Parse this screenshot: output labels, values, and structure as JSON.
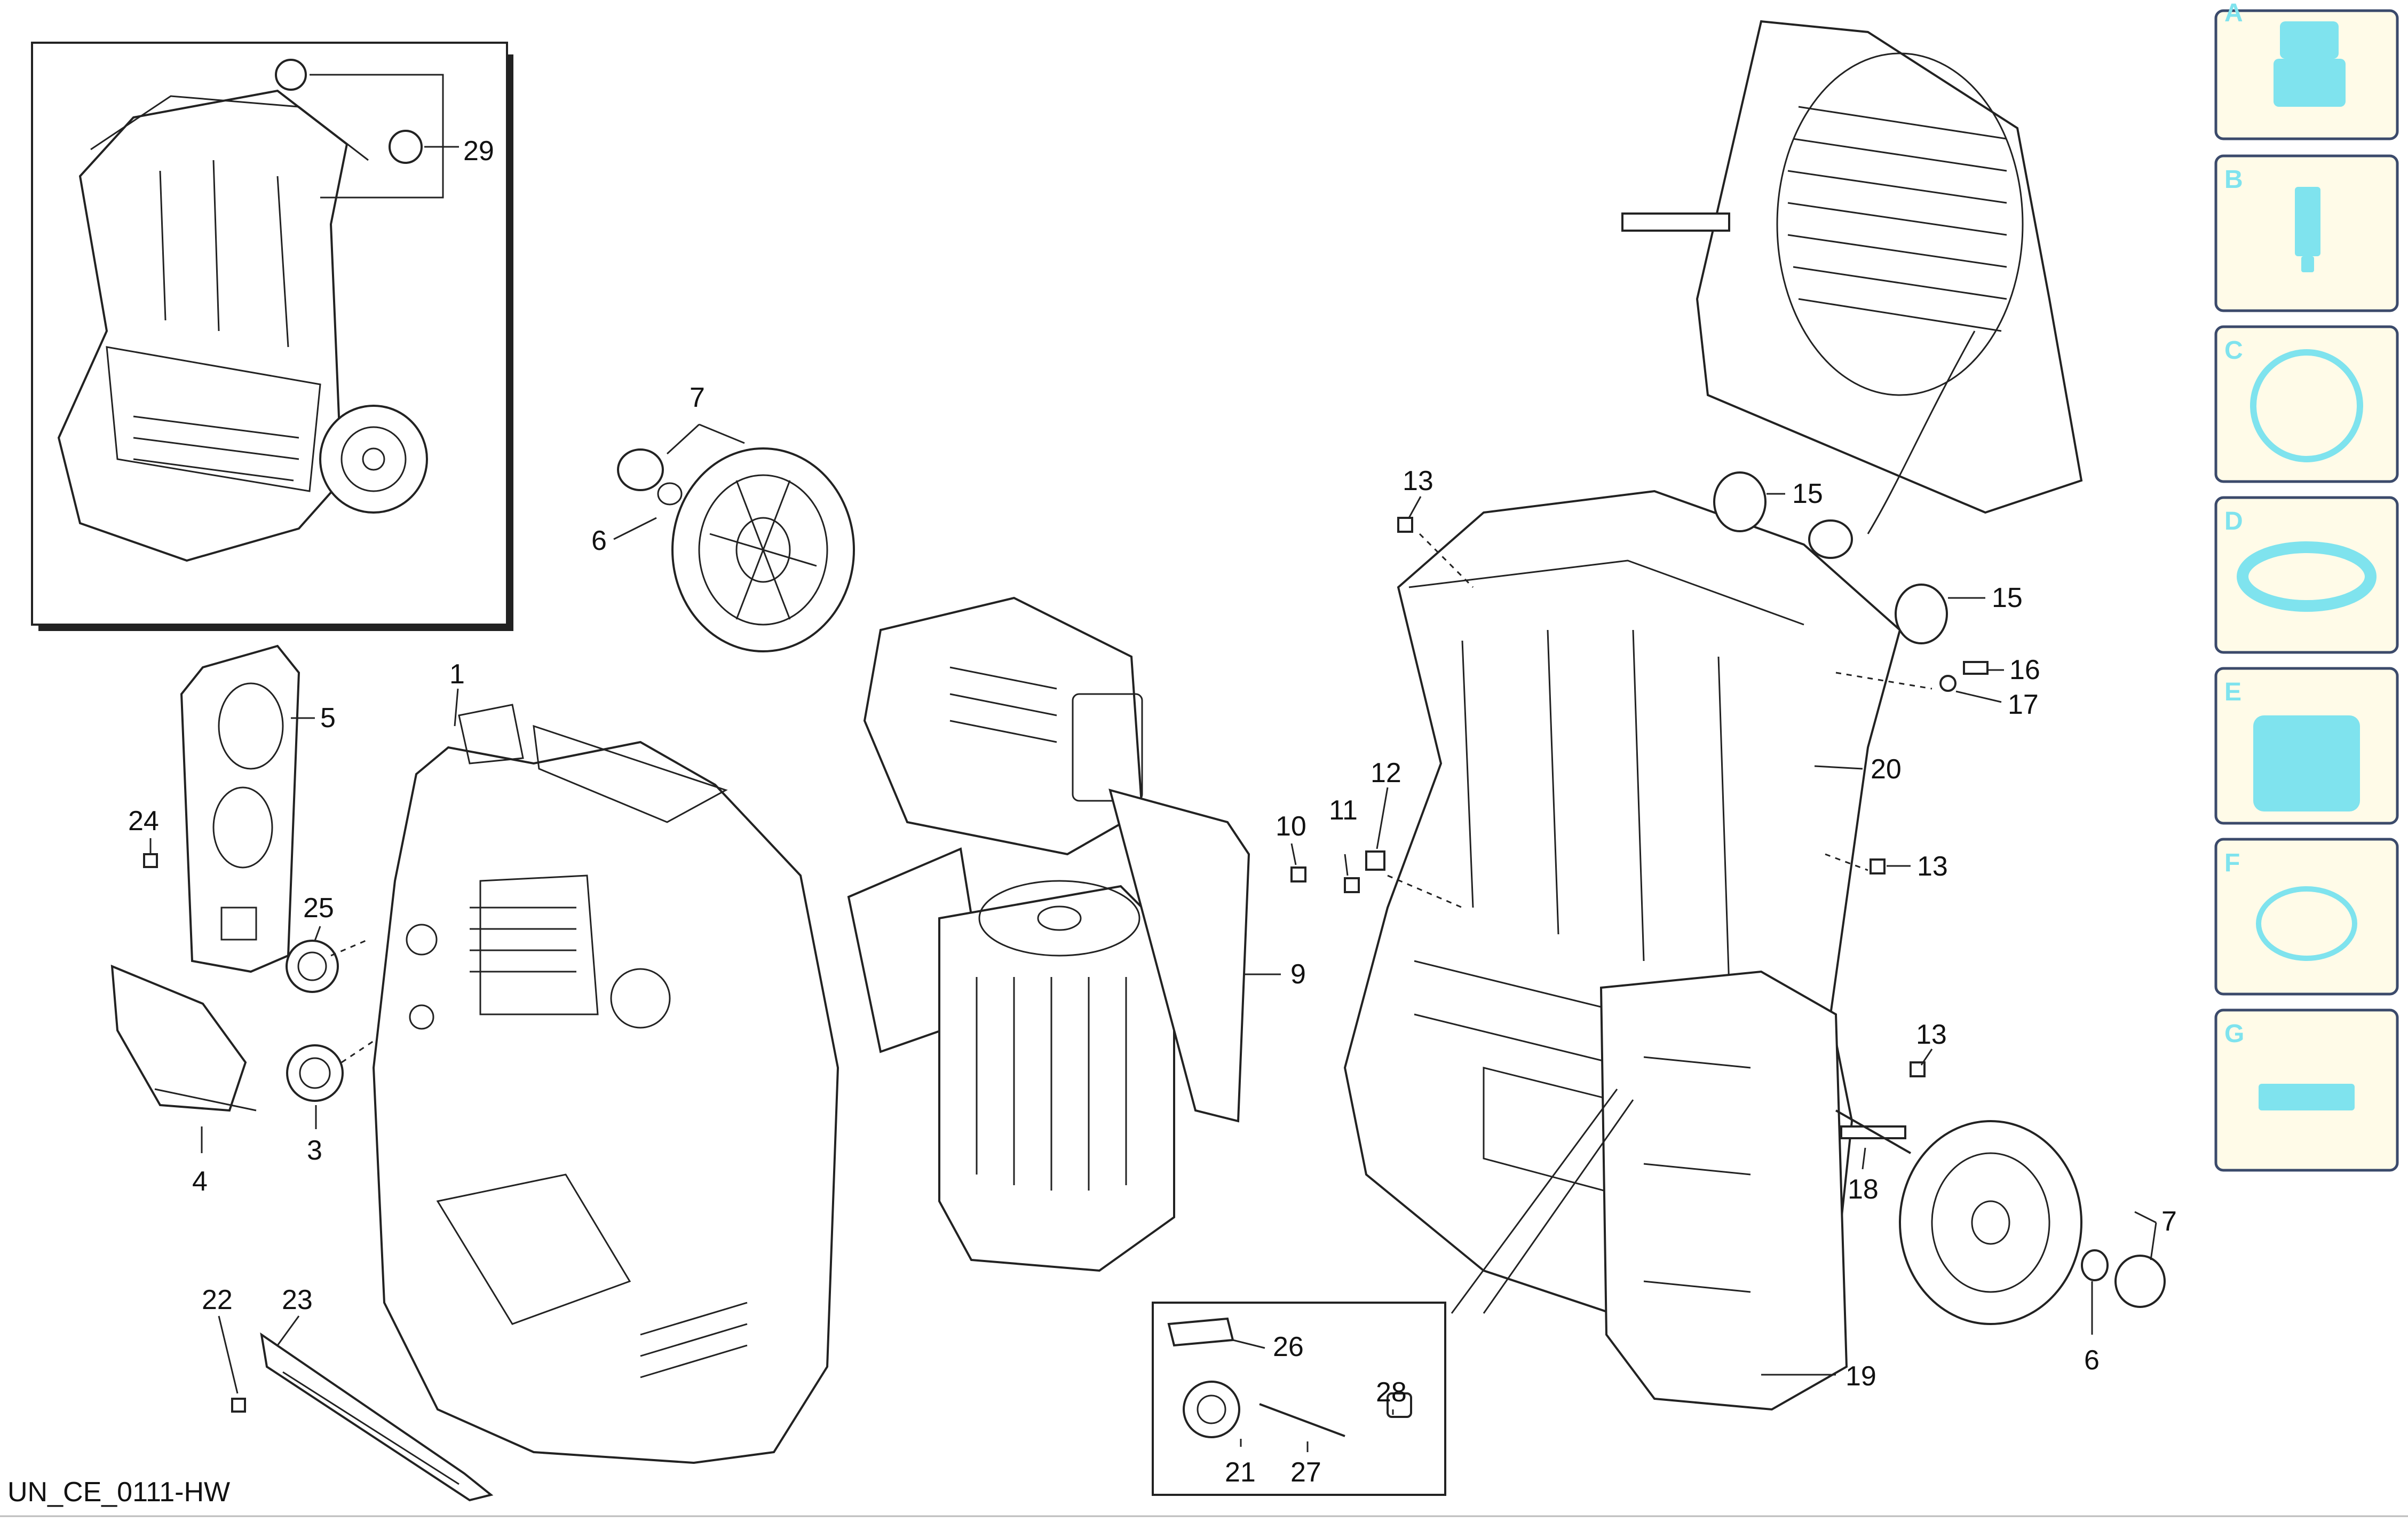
{
  "caption": "UN_CE_0111-HW",
  "accent_color": "#7fe3ee",
  "tab_border_color": "#3b4a6b",
  "tab_fill_color": "#fffbe8",
  "callouts": [
    "1",
    "3",
    "4",
    "5",
    "6",
    "7",
    "9",
    "10",
    "11",
    "12",
    "13",
    "15",
    "16",
    "17",
    "18",
    "19",
    "20",
    "21",
    "22",
    "23",
    "24",
    "25",
    "26",
    "27",
    "28",
    "29"
  ],
  "callout_labels": {
    "c1": "1",
    "c3": "3",
    "c4": "4",
    "c5": "5",
    "c6a": "6",
    "c6b": "6",
    "c7a": "7",
    "c7b": "7",
    "c9": "9",
    "c10": "10",
    "c11": "11",
    "c12": "12",
    "c13a": "13",
    "c13b": "13",
    "c13c": "13",
    "c15a": "15",
    "c15b": "15",
    "c16": "16",
    "c17": "17",
    "c18": "18",
    "c19": "19",
    "c20": "20",
    "c21": "21",
    "c22": "22",
    "c23": "23",
    "c24": "24",
    "c25": "25",
    "c26": "26",
    "c27": "27",
    "c28": "28",
    "c29": "29"
  },
  "side_tabs": [
    {
      "letter": "A",
      "icon": "nozzle-icon"
    },
    {
      "letter": "B",
      "icon": "lance-icon"
    },
    {
      "letter": "C",
      "icon": "ring-icon"
    },
    {
      "letter": "D",
      "icon": "seal-icon"
    },
    {
      "letter": "E",
      "icon": "filter-icon"
    },
    {
      "letter": "F",
      "icon": "o-ring-icon"
    },
    {
      "letter": "G",
      "icon": "block-icon"
    }
  ]
}
